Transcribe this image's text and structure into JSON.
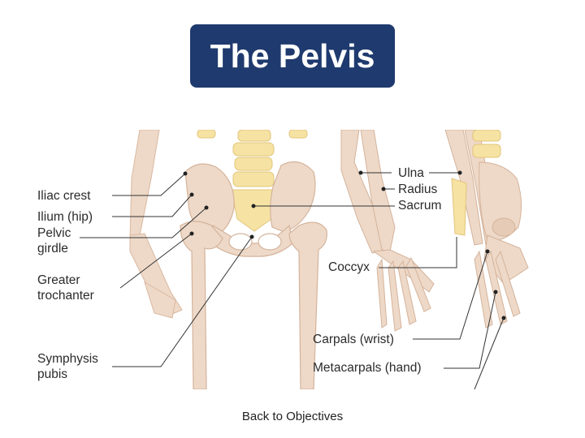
{
  "title": "The Pelvis",
  "footer": {
    "back_link": "Back to Objectives"
  },
  "labels": {
    "iliac_crest": "Iliac crest",
    "ilium": "Ilium (hip)",
    "pelvic_girdle": "Pelvic\ngirdle",
    "greater_trochanter": "Greater\ntrochanter",
    "symphysis_pubis": "Symphysis\npubis",
    "ulna": "Ulna",
    "radius": "Radius",
    "sacrum": "Sacrum",
    "coccyx": "Coccyx",
    "carpals": "Carpals (wrist)",
    "metacarpals": "Metacarpals (hand)"
  },
  "colors": {
    "title_bg": "#1f3a6e",
    "bone": "#eed9c8",
    "bone_shadow": "#d9b8a0",
    "spine": "#f6e3a3",
    "leader_line": "#333333"
  }
}
